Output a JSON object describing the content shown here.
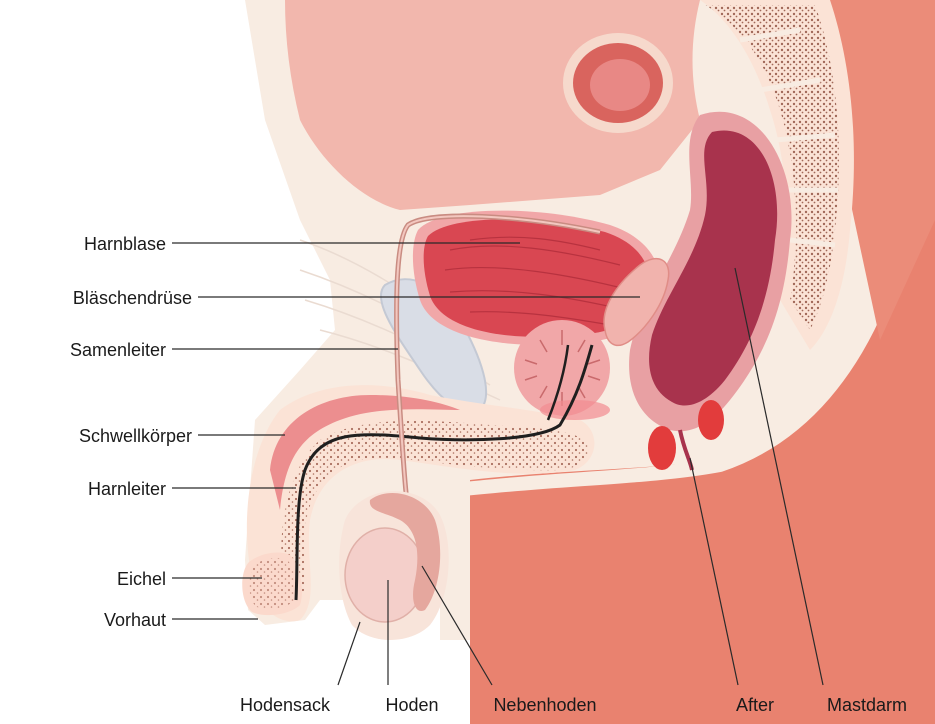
{
  "labels": {
    "harnblase": "Harnblase",
    "blaeschendruese": "Bläschendrüse",
    "samenleiter": "Samenleiter",
    "schwellkoerper": "Schwellkörper",
    "harnleiter": "Harnleiter",
    "eichel": "Eichel",
    "vorhaut": "Vorhaut",
    "hodensack": "Hodensack",
    "hoden": "Hoden",
    "nebenhoden": "Nebenhoden",
    "after": "After",
    "mastdarm": "Mastdarm"
  },
  "colors": {
    "skin": "#f8ece2",
    "tissue_light": "#fbe3d6",
    "abdomen": "#f2b7ad",
    "muscle": "#e9826f",
    "bladder": "#d94752",
    "rectum_outer": "#e8a0a3",
    "rectum_inner": "#a8334d",
    "pubic_bone": "#d9dde6",
    "prostate": "#f1a7a8",
    "testis": "#f4cfca",
    "duct": "#c98c82",
    "urethra": "#222222",
    "spine_dots": "#8b4a3a"
  }
}
